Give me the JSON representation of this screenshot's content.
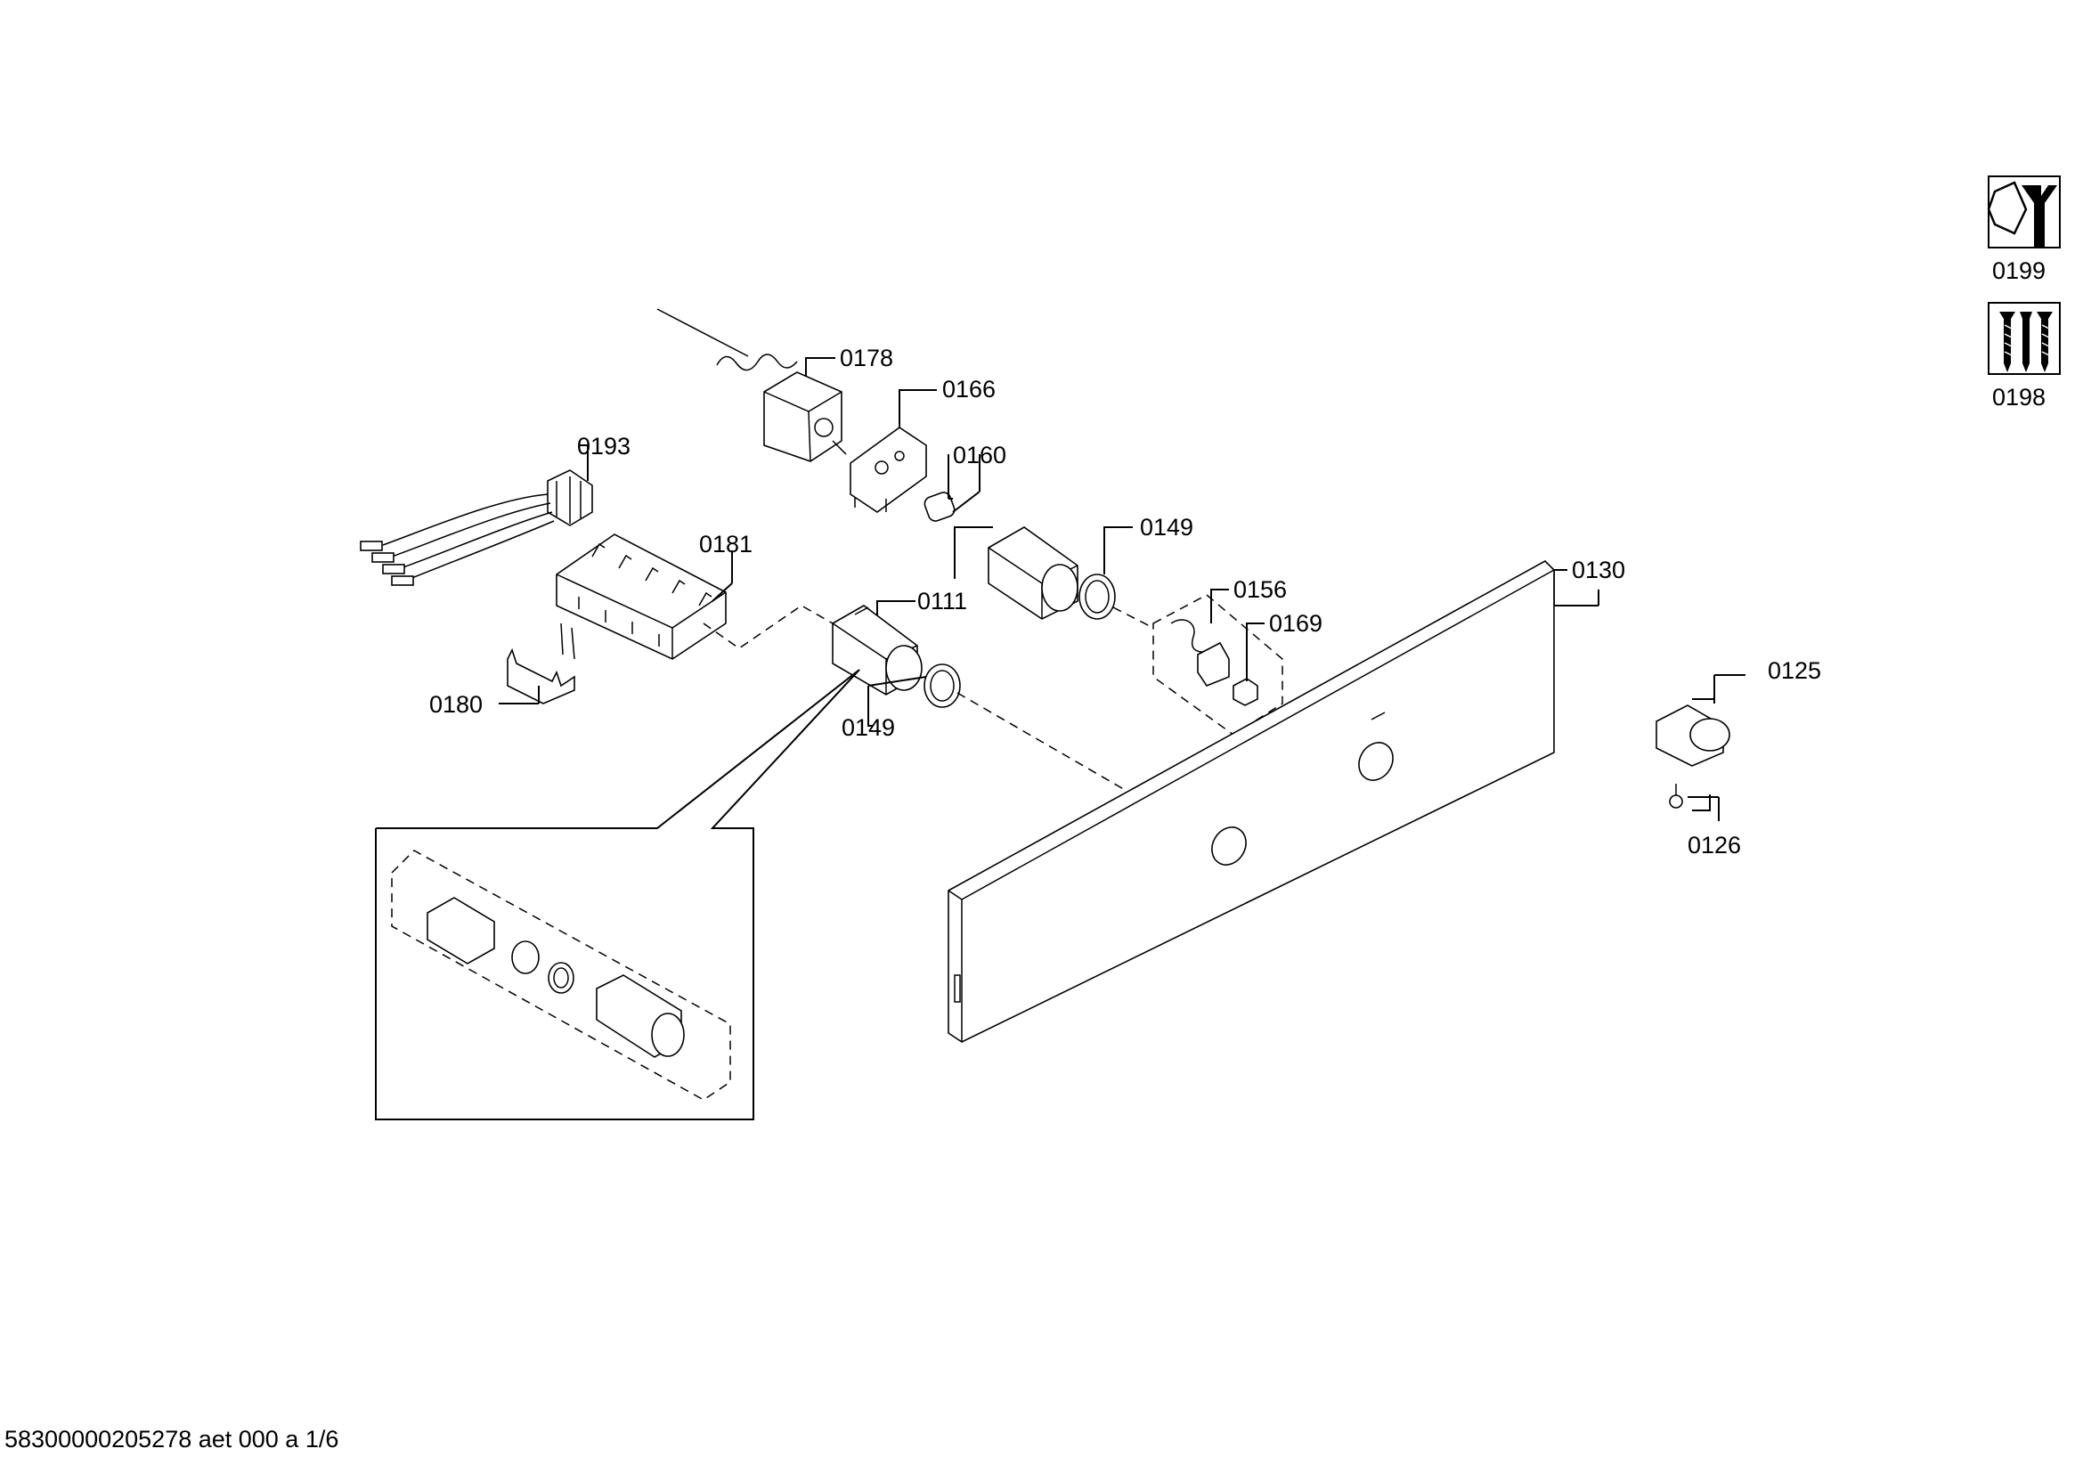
{
  "parts": [
    {
      "id": "p0178",
      "label": "0178"
    },
    {
      "id": "p0166",
      "label": "0166"
    },
    {
      "id": "p0193",
      "label": "0193"
    },
    {
      "id": "p0160",
      "label": "0160"
    },
    {
      "id": "p0149a",
      "label": "0149"
    },
    {
      "id": "p0181",
      "label": "0181"
    },
    {
      "id": "p0156",
      "label": "0156"
    },
    {
      "id": "p0130",
      "label": "0130"
    },
    {
      "id": "p0111",
      "label": "0111"
    },
    {
      "id": "p0169",
      "label": "0169"
    },
    {
      "id": "p0125",
      "label": "0125"
    },
    {
      "id": "p0180",
      "label": "0180"
    },
    {
      "id": "p0149b",
      "label": "0149"
    },
    {
      "id": "p0126",
      "label": "0126"
    }
  ],
  "service_icons": [
    {
      "id": "s0199",
      "label": "0199",
      "icon": "nut-wrench-icon"
    },
    {
      "id": "s0198",
      "label": "0198",
      "icon": "screws-icon"
    }
  ],
  "footer": {
    "text": "58300000205278 aet 000 a 1/6"
  }
}
